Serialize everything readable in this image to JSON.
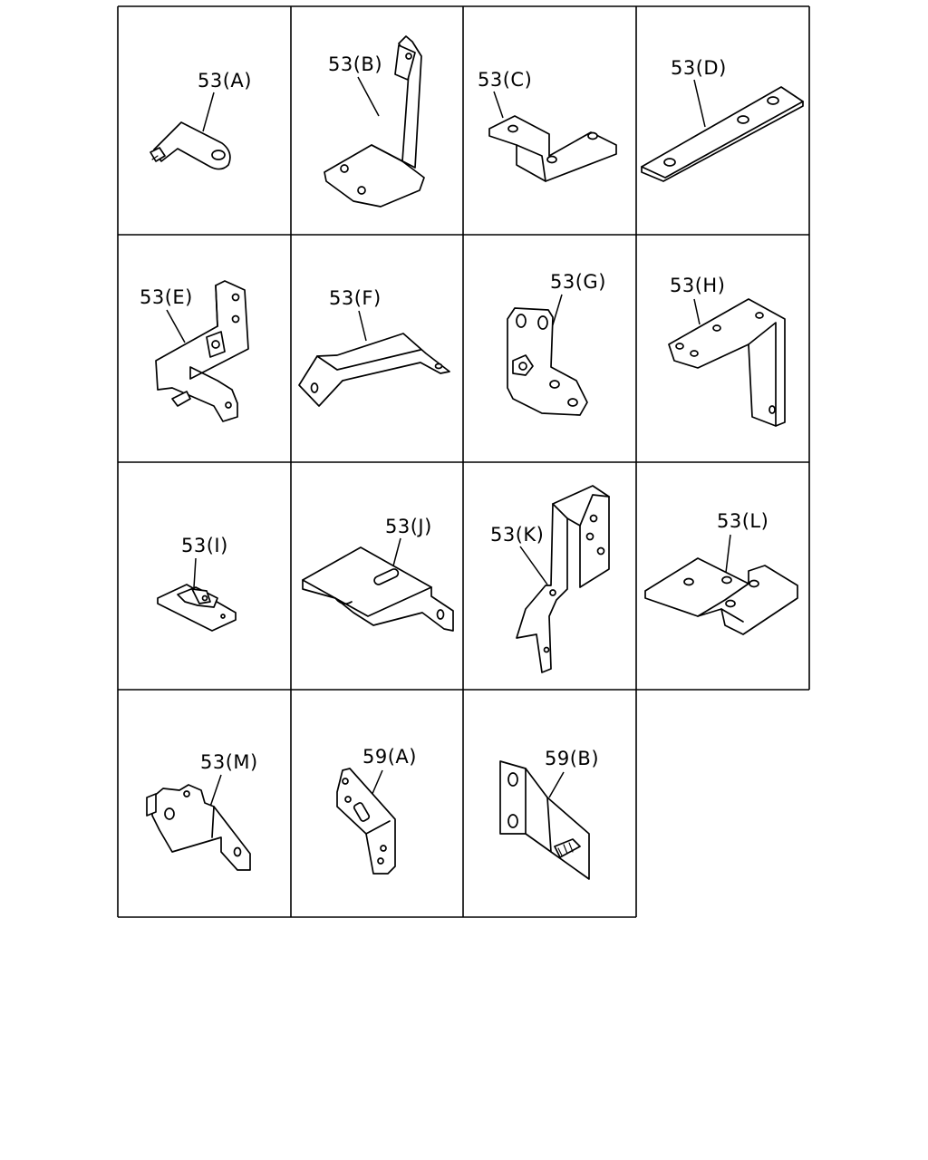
{
  "diagram": {
    "cells": [
      {
        "id": "53A",
        "label": "53(A)"
      },
      {
        "id": "53B",
        "label": "53(B)"
      },
      {
        "id": "53C",
        "label": "53(C)"
      },
      {
        "id": "53D",
        "label": "53(D)"
      },
      {
        "id": "53E",
        "label": "53(E)"
      },
      {
        "id": "53F",
        "label": "53(F)"
      },
      {
        "id": "53G",
        "label": "53(G)"
      },
      {
        "id": "53H",
        "label": "53(H)"
      },
      {
        "id": "53I",
        "label": "53(I)"
      },
      {
        "id": "53J",
        "label": "53(J)"
      },
      {
        "id": "53K",
        "label": "53(K)"
      },
      {
        "id": "53L",
        "label": "53(L)"
      },
      {
        "id": "53M",
        "label": "53(M)"
      },
      {
        "id": "59A",
        "label": "59(A)"
      },
      {
        "id": "59B",
        "label": "59(B)"
      }
    ]
  }
}
